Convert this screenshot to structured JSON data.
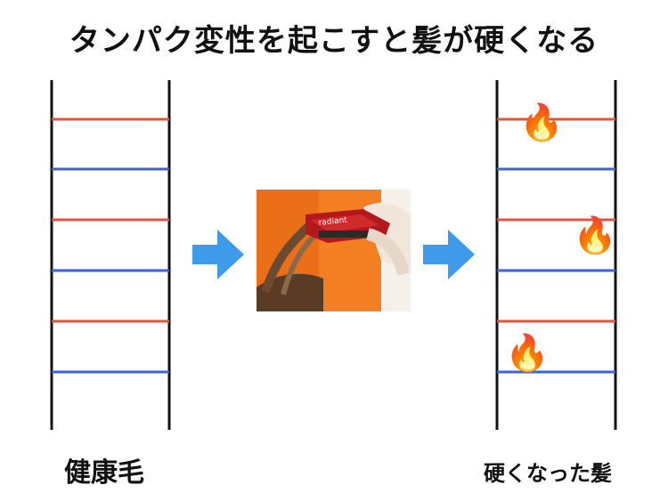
{
  "title": "タンパク変性を起こすと髪が硬くなる",
  "labels": {
    "healthy": "健康毛",
    "hardened": "硬くなった髪"
  },
  "colors": {
    "rail": "#111111",
    "red_bond": "#e0553a",
    "blue_bond": "#3a63d6",
    "arrow": "#3d9be9"
  },
  "ladders": {
    "bond_pattern": [
      "red",
      "blue",
      "red",
      "blue",
      "red",
      "blue"
    ]
  },
  "icons": {
    "arrow": "right-arrow-icon",
    "fire": "fire-icon",
    "fire_glyph": "🔥"
  },
  "photo": {
    "brand_text": "radiant"
  }
}
